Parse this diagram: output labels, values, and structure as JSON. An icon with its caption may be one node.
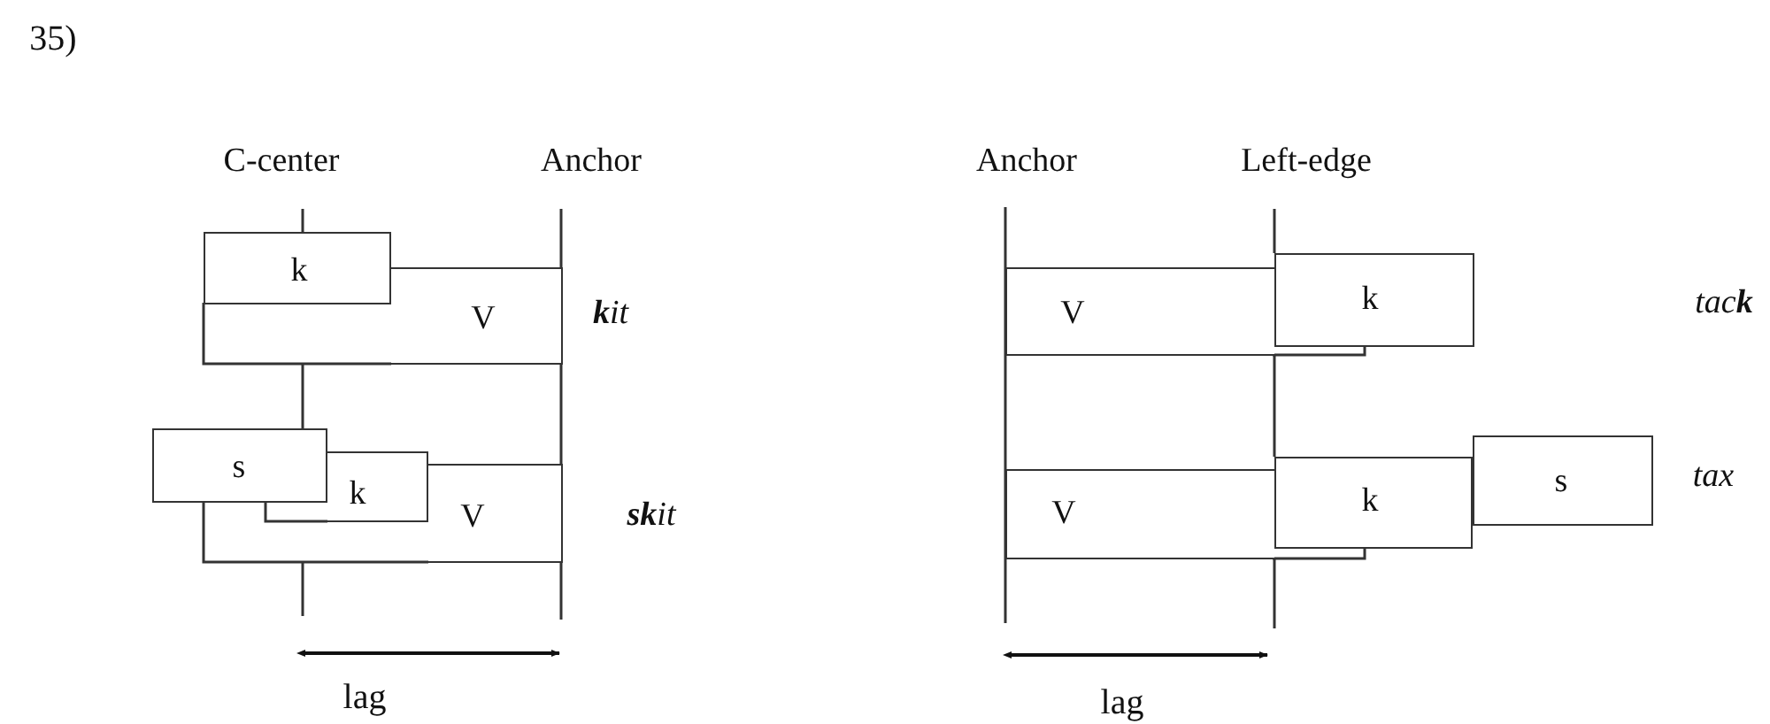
{
  "diagram": {
    "nodes": [
      {
        "text": [
          "k"
        ]
      },
      {
        "text": [
          "V"
        ]
      },
      {
        "text": [
          "s"
        ]
      },
      {
        "text": [
          "k"
        ]
      },
      {
        "text": [
          "V"
        ]
      },
      {
        "text": [
          "V"
        ]
      },
      {
        "text": [
          "k"
        ]
      },
      {
        "text": [
          "V"
        ]
      },
      {
        "text": [
          "k"
        ]
      },
      {
        "text": [
          "s"
        ]
      }
    ],
    "labels": [
      "35)",
      "C-center",
      "Anchor",
      "Anchor",
      "Left-edge",
      "**k**it",
      "tac**k**",
      "**sk**it",
      "tax",
      "lag",
      "lag"
    ]
  }
}
